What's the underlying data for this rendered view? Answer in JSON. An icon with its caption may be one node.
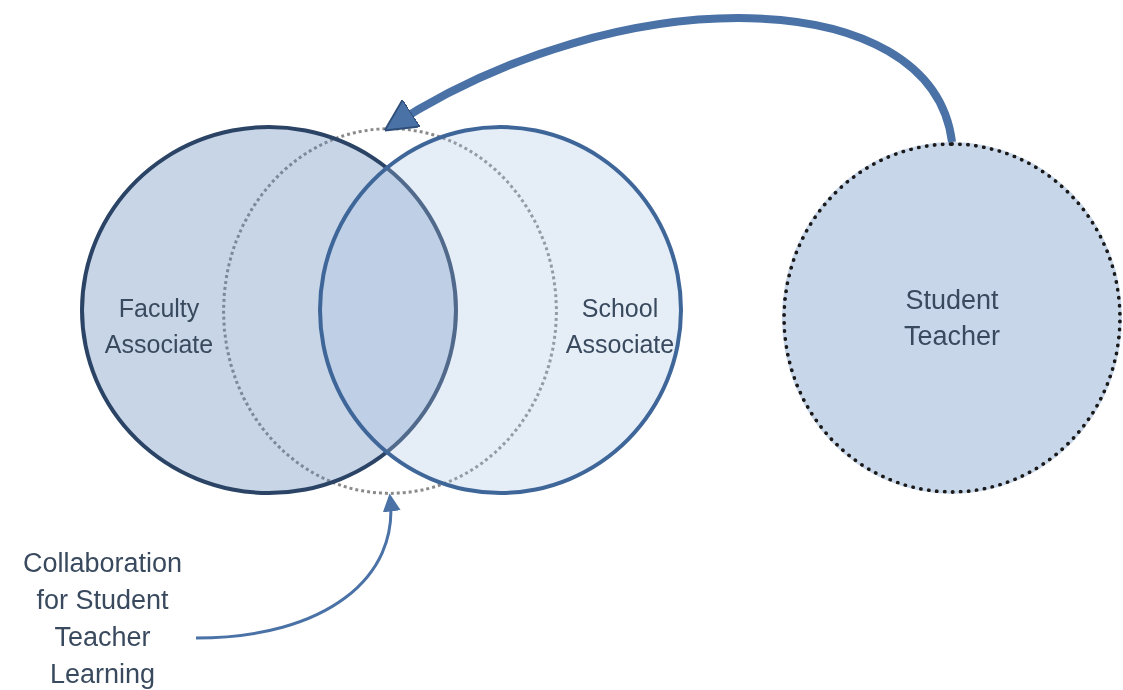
{
  "diagram": {
    "nodes": [
      {
        "text": [
          "Faculty Associate"
        ]
      },
      {
        "text": [
          "School Associate"
        ]
      },
      {
        "text": [],
        "shape": "circle"
      },
      {
        "text": [
          "Student Teacher"
        ]
      },
      {
        "text": [
          "Collaboration for Student Teacher Learning"
        ]
      }
    ],
    "edges": [
      {
        "from": 3,
        "to": 2,
        "arrow": "to",
        "style": "thick"
      },
      {
        "from": 4,
        "to": 2,
        "arrow": "to"
      }
    ]
  }
}
